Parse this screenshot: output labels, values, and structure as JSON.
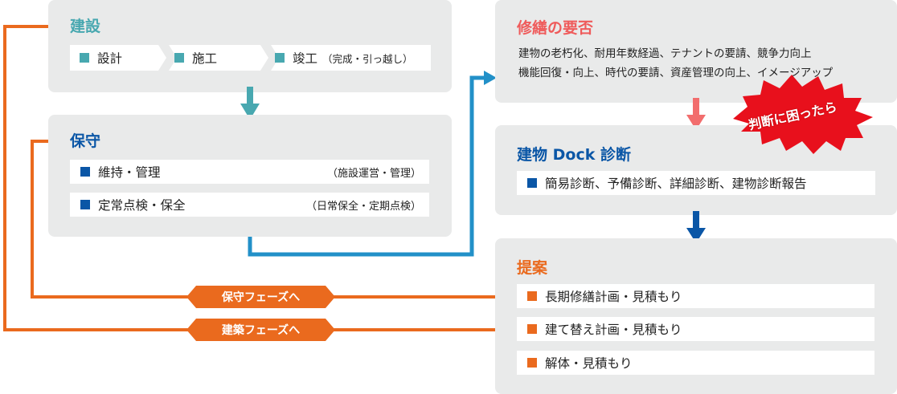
{
  "colors": {
    "panel_bg": "#e9eaea",
    "teal": "#48a8b0",
    "blue_title": "#0a56a6",
    "connector_blue": "#2290c8",
    "orange": "#ea6a1e",
    "red_title": "#ef5b5b",
    "burst_red": "#e8101c"
  },
  "construction": {
    "title": "建設",
    "steps": [
      "設計",
      "施工",
      "竣工"
    ],
    "step3_note": "（完成・引っ越し）"
  },
  "maintenance": {
    "title": "保守",
    "items": [
      {
        "label": "維持・管理",
        "note": "（施設運営・管理）"
      },
      {
        "label": "定常点検・保全",
        "note": "（日常保全・定期点検）"
      }
    ]
  },
  "repair": {
    "title": "修繕の要否",
    "line1": "建物の老朽化、耐用年数経過、テナントの要請、競争力向上",
    "line2": "機能回復・向上、時代の要請、資産管理の向上、イメージアップ"
  },
  "burst": {
    "label": "判断に困ったら"
  },
  "dock": {
    "title": "建物 Dock 診断",
    "item": "簡易診断、予備診断、詳細診断、建物診断報告"
  },
  "proposal": {
    "title": "提案",
    "items": [
      "長期修繕計画・見積もり",
      "建て替え計画・見積もり",
      "解体・見積もり"
    ]
  },
  "loops": {
    "to_maintenance": "保守フェーズへ",
    "to_construction": "建築フェーズへ"
  }
}
